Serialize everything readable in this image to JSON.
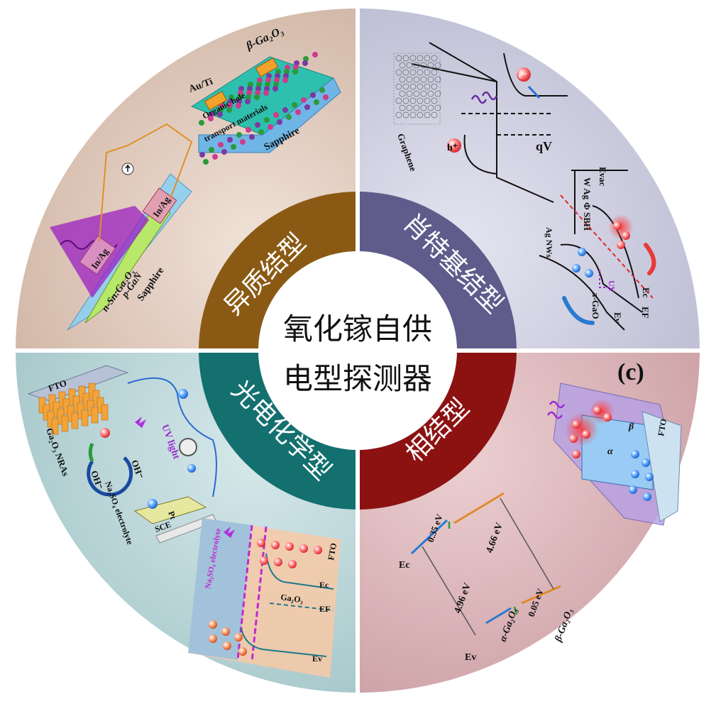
{
  "center": {
    "line1": "氧化镓自供",
    "line2": "电型探测器"
  },
  "ring_labels": {
    "heterojunction": "异质结型",
    "schottky": "肖特基结型",
    "photoelectrochemical": "光电化学型",
    "phase_junction": "相结型"
  },
  "panel_letter": "(c)",
  "colors": {
    "heterojunction": "#8a5a14",
    "schottky": "#5f5c8c",
    "photoelectrochemical": "#13706f",
    "phase_junction": "#8c1212",
    "bg_top_left": "#e2cbbd",
    "bg_top_right": "#c9c9dd",
    "bg_bottom_left": "#b8d4d6",
    "bg_bottom_right": "#dcb3b7"
  },
  "quadrant_tl": {
    "layers": [
      "Au/Ti",
      "Organic hole",
      "transport materials",
      "Sapphire"
    ],
    "ga2o3_label": "β-Ga₂O₃",
    "au_label": "Au/Ti",
    "in_ag_top": "In/Ag",
    "in_ag_bottom": "In/Ag",
    "layer_a": "n-Sn:Ga₂O₃",
    "layer_b": "p-GaN",
    "layer_c": "Sapphire"
  },
  "quadrant_tr": {
    "graphene": "Graphene",
    "electron": "e⁻",
    "hole": "h⁺",
    "qv": "qV",
    "evac": "Evac",
    "w_ag": "W Ag",
    "phi_sbh": "Φ SBH",
    "ag_nws": "Ag NWs",
    "uv": "UV",
    "ec": "Ec",
    "ef": "EF",
    "ev": "Ev",
    "agao": "a-GaO"
  },
  "quadrant_bl": {
    "fto": "FTO",
    "nras": "Ga₂O₃ NRAs",
    "uv_light": "UV light",
    "oh1": "OH⁻",
    "oh2": "OH⁻",
    "pt": "Pt",
    "electrolyte": "Na₂SO₄ electrolyte",
    "sce": "SCE",
    "band_electrolyte": "Na₂SO₄ electrolyte",
    "ga2o3": "Ga₂O₃",
    "ec": "Ec",
    "ef": "EF",
    "ev": "Ev",
    "fto2": "FTO"
  },
  "quadrant_br": {
    "beta": "β",
    "alpha": "α",
    "fto": "FTO",
    "e_c": "Ec",
    "e_v": "Ev",
    "gap_alpha": "4.96 eV",
    "gap_beta": "4.66 eV",
    "offset_c": "0.35 eV",
    "offset_v": "0.05 eV",
    "alpha_label": "α-Ga₂O₃",
    "beta_label": "β-Ga₂O₃"
  }
}
